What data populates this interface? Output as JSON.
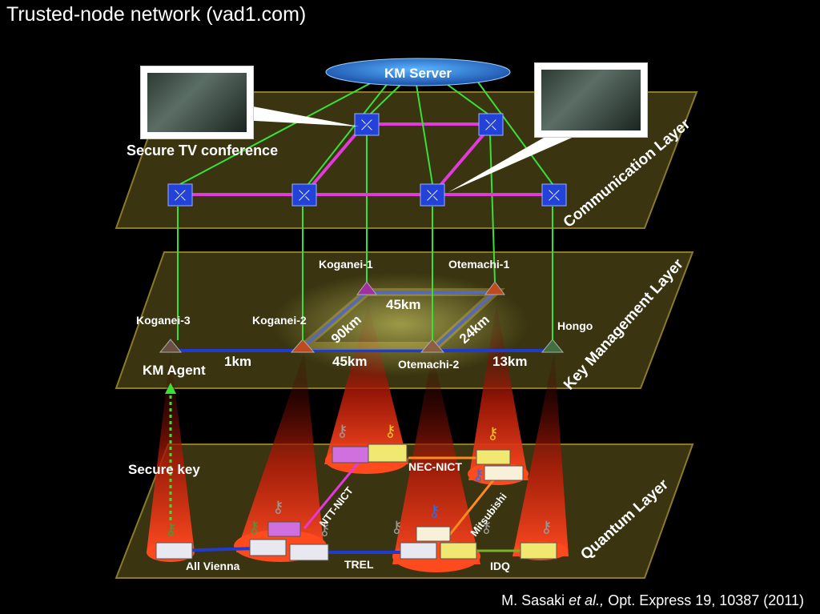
{
  "title": "Trusted-node network (vad1.com)",
  "citation": {
    "prefix": "M. Sasaki ",
    "authors_suffix": "et al.,",
    "rest": " Opt. Express 19, 10387 (2011)"
  },
  "server": {
    "label": "KM Server"
  },
  "layers": {
    "communication": "Communication Layer",
    "key_management": "Key Management Layer",
    "quantum": "Quantum Layer"
  },
  "communication": {
    "conference_label": "Secure TV conference"
  },
  "nodes": {
    "koganei1": "Koganei-1",
    "otemachi1": "Otemachi-1",
    "koganei3": "Koganei-3",
    "koganei2": "Koganei-2",
    "hongo": "Hongo",
    "otemachi2": "Otemachi-2",
    "km_agent": "KM Agent"
  },
  "distances": {
    "d45top": "45km",
    "d90": "90km",
    "d24": "24km",
    "d1": "1km",
    "d45bottom": "45km",
    "d13": "13km"
  },
  "quantum": {
    "secure_key": "Secure key",
    "links": {
      "ntt": "NTT-NICT",
      "nec": "NEC-NICT",
      "mitsubishi": "Mitsubishi",
      "vienna": "All Vienna",
      "trel": "TREL",
      "idq": "IDQ"
    }
  },
  "colors": {
    "layer_fill": "#3a3410",
    "layer_edge": "#8a7a2a",
    "node_blue": "#2342d8",
    "link_magenta": "#e03ad8",
    "link_green": "#36e03a",
    "beam_red": "#e0301a",
    "server_blue": "#2a7fd8"
  }
}
